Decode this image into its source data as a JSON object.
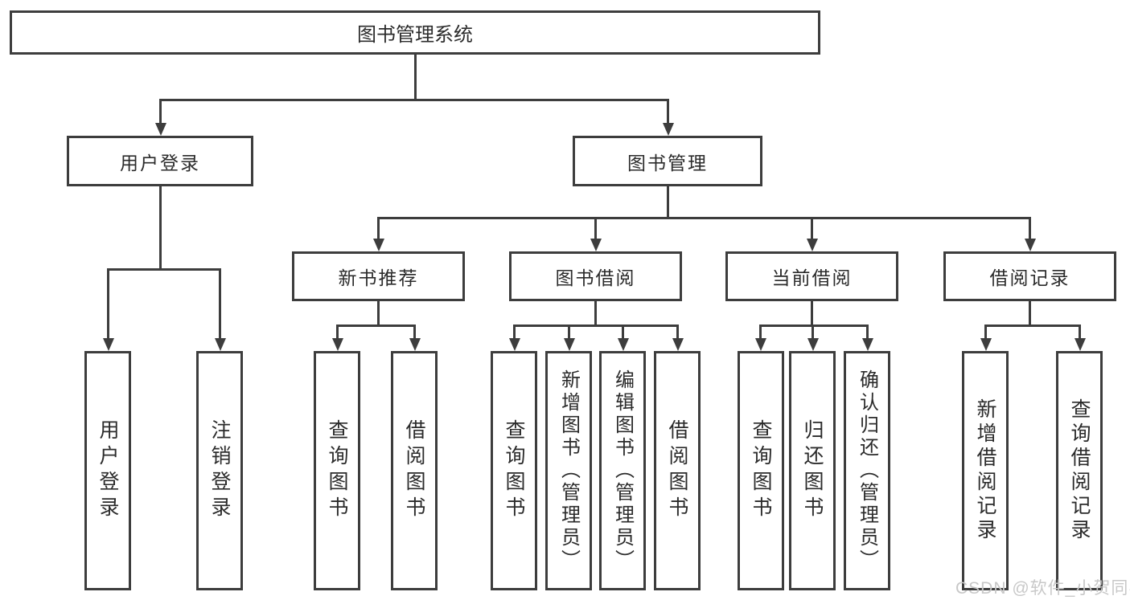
{
  "colors": {
    "line": "#3d3d3d",
    "text": "#2b2b2b",
    "watermark": "#c8c8c8",
    "background": "#ffffff"
  },
  "watermark": "CSDN @软件_小贺同学",
  "nodes": {
    "root": {
      "label": "图书管理系统"
    },
    "level2": [
      {
        "id": "user-login",
        "label": "用户登录",
        "parent": "图书管理系统"
      },
      {
        "id": "book-management",
        "label": "图书管理",
        "parent": "图书管理系统"
      }
    ],
    "level3": [
      {
        "id": "new-book-recommend",
        "label": "新书推荐",
        "parent": "图书管理"
      },
      {
        "id": "book-borrowing",
        "label": "图书借阅",
        "parent": "图书管理"
      },
      {
        "id": "current-borrowing",
        "label": "当前借阅",
        "parent": "图书管理"
      },
      {
        "id": "borrowing-records",
        "label": "借阅记录",
        "parent": "图书管理"
      }
    ],
    "leaves": [
      {
        "id": "user-login-action",
        "label": "用户登录",
        "parent": "用户登录"
      },
      {
        "id": "logout-action",
        "label": "注销登录",
        "parent": "用户登录"
      },
      {
        "id": "query-books-recommend",
        "label": "查询图书",
        "parent": "新书推荐"
      },
      {
        "id": "borrow-books-recommend",
        "label": "借阅图书",
        "parent": "新书推荐"
      },
      {
        "id": "query-books-borrowing",
        "label": "查询图书",
        "parent": "图书借阅"
      },
      {
        "id": "add-books-admin",
        "label": "新增图书（管理员）",
        "parent": "图书借阅"
      },
      {
        "id": "edit-books-admin",
        "label": "编辑图书（管理员）",
        "parent": "图书借阅"
      },
      {
        "id": "borrow-books-borrowing",
        "label": "借阅图书",
        "parent": "图书借阅"
      },
      {
        "id": "query-books-current",
        "label": "查询图书",
        "parent": "当前借阅"
      },
      {
        "id": "return-books",
        "label": "归还图书",
        "parent": "当前借阅"
      },
      {
        "id": "confirm-return-admin",
        "label": "确认归还（管理员）",
        "parent": "当前借阅"
      },
      {
        "id": "add-borrow-record",
        "label": "新增借阅记录",
        "parent": "借阅记录"
      },
      {
        "id": "query-borrow-record",
        "label": "查询借阅记录",
        "parent": "借阅记录"
      }
    ]
  }
}
